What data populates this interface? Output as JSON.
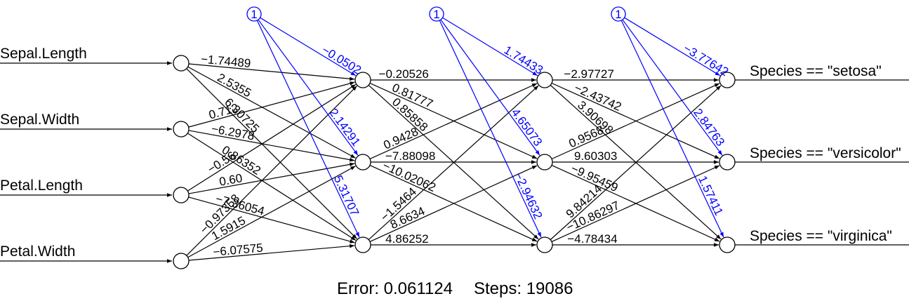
{
  "inputs": [
    "Sepal.Length",
    "Sepal.Width",
    "Petal.Length",
    "Petal.Width"
  ],
  "outputs": [
    "Species == \"setosa\"",
    "Species == \"versicolor\"",
    "Species == \"virginica\""
  ],
  "bias_label": "1",
  "colors": {
    "connection": "#000000",
    "bias": "#0000ff",
    "node_fill": "#ffffff"
  },
  "weights": {
    "input_to_hidden1": [
      [
        "−1.74489",
        "2.5355",
        "6.30725"
      ],
      [
        "0.712",
        "−6.2978",
        "0.86352"
      ],
      [
        "−0.56",
        "0.60",
        "−7.36054"
      ],
      [
        "−0.97358",
        "1.5915",
        "−6.07575"
      ]
    ],
    "bias_to_hidden1": [
      "−0.0502",
      "2.14291",
      "5.31707"
    ],
    "hidden1_to_hidden2": [
      [
        "−0.20526",
        "0.81777",
        "0.85858"
      ],
      [
        "0.9428",
        "−7.88098",
        "−10.02062"
      ],
      [
        "−1.5464",
        "8.6634",
        "4.86252"
      ]
    ],
    "bias_to_hidden2": [
      "1.74433",
      "4.65073",
      "−2.94632"
    ],
    "hidden2_to_output": [
      [
        "−2.97727",
        "−2.43742",
        "3.90698"
      ],
      [
        "0.9568",
        "9.60303",
        "−9.95459"
      ],
      [
        "9.84214",
        "−10.86297",
        "−4.78434"
      ]
    ],
    "bias_to_output": [
      "−3.77642",
      "2.84763",
      "1.57411"
    ]
  },
  "footer": {
    "error": "Error: 0.061124",
    "steps": "Steps: 19086"
  }
}
